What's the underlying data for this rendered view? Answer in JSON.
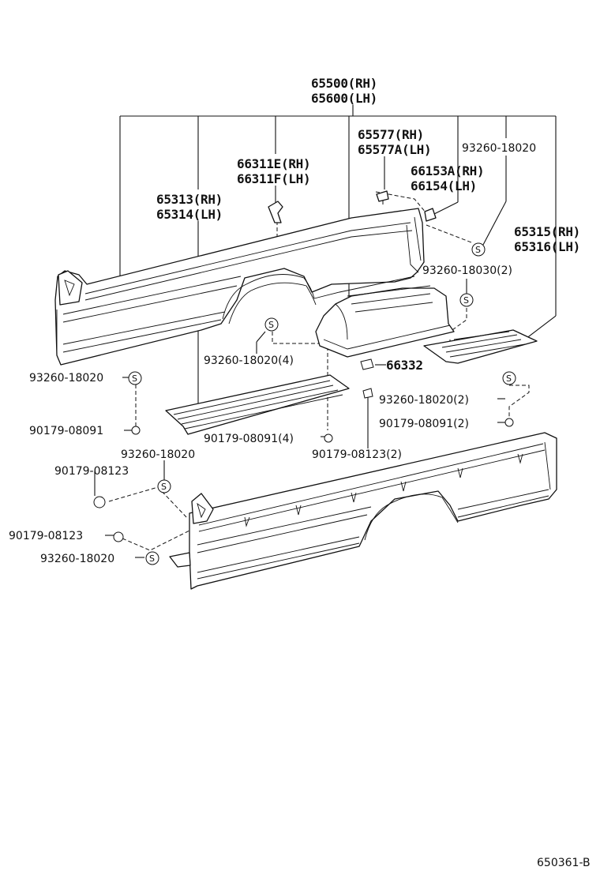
{
  "diagram": {
    "code": "650361-B",
    "labels": {
      "l65500": "65500(RH)",
      "l65600": "65600(LH)",
      "l65577": "65577(RH)",
      "l65577a": "65577A(LH)",
      "l93260_top": "93260-18020",
      "l66311e": "66311E(RH)",
      "l66311f": "66311F(LH)",
      "l66153a": "66153A(RH)",
      "l66154": "66154(LH)",
      "l65313": "65313(RH)",
      "l65314": "65314(LH)",
      "l65315": "65315(RH)",
      "l65316": "65316(LH)",
      "l93260_18030": "93260-18030(2)",
      "l93260_4": "93260-18020(4)",
      "l66332": "66332",
      "l93260_left": "93260-18020",
      "l93260_2": "93260-18020(2)",
      "l90179_08091": "90179-08091",
      "l90179_08091_2": "90179-08091(2)",
      "l90179_08091_4": "90179-08091(4)",
      "l90179_08123_2": "90179-08123(2)",
      "l93260_mid": "93260-18020",
      "l90179_08123_a": "90179-08123",
      "l90179_08123_b": "90179-08123",
      "l93260_bot": "93260-18020"
    },
    "screw_symbol": "S"
  }
}
